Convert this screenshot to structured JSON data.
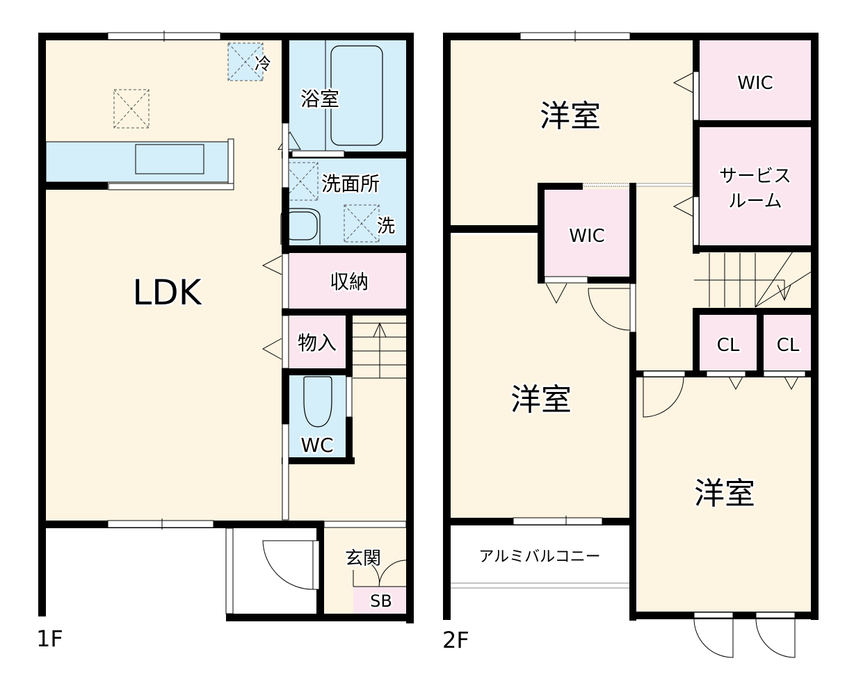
{
  "colors": {
    "wall": "#000000",
    "living_floor": "#fdf5e2",
    "wet_area": "#d4eefa",
    "storage": "#fbe6ef",
    "exterior": "#ffffff"
  },
  "floors": [
    {
      "label": "1F",
      "rooms": {
        "ldk": "LDK",
        "fridge": "冷",
        "bathroom": "浴室",
        "washroom": "洗面所",
        "washer": "洗",
        "storage": "収納",
        "closet": "物入",
        "toilet": "WC",
        "entrance": "玄関",
        "shoe_box": "SB"
      }
    },
    {
      "label": "2F",
      "rooms": {
        "western_room_1": "洋室",
        "western_room_2": "洋室",
        "western_room_3": "洋室",
        "wic_1": "WIC",
        "wic_2": "WIC",
        "service_room_line1": "サービス",
        "service_room_line2": "ルーム",
        "closet_1": "CL",
        "closet_2": "CL",
        "balcony": "アルミバルコニー"
      }
    }
  ]
}
